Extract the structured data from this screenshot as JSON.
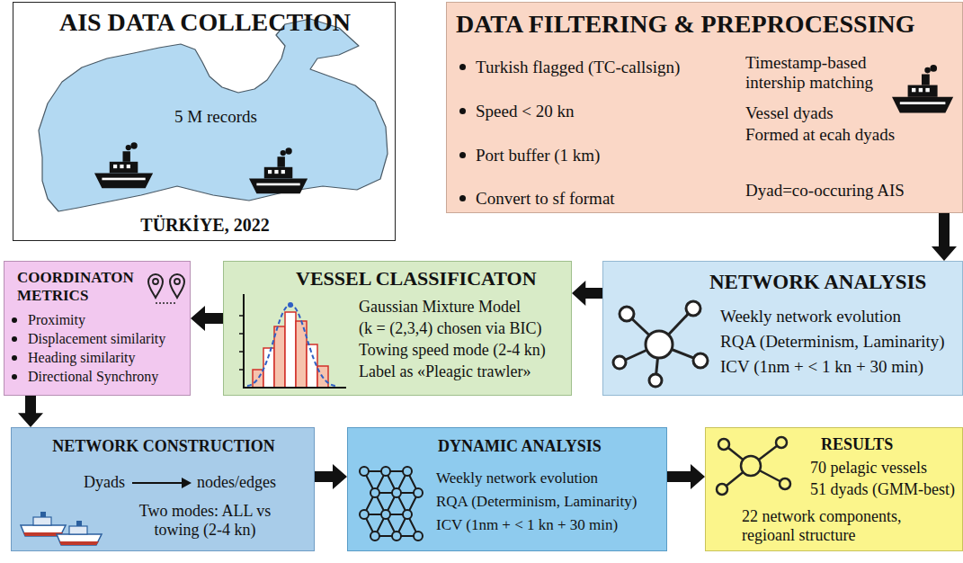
{
  "diagram": {
    "nodes": [
      {
        "text": [
          "AIS DATA COLLECTION",
          "5 M records",
          "TÜRKİYE, 2022"
        ]
      },
      {
        "text": [
          "DATA FILTERING & PREPROCESSING",
          "Turkish flagged (TC-callsign)",
          "Speed < 20 kn",
          "Port buffer (1 km)",
          "Convert to sf format",
          "Timestamp-based intership matching",
          "Vessel dyads",
          "Formed at ecah dyads",
          "Dyad=co-occuring AIS"
        ]
      },
      {
        "text": [
          "COORDINATON METRICS",
          "Proximity",
          "Displacement similarity",
          "Heading similarity",
          "Directional Synchrony"
        ]
      },
      {
        "text": [
          "VESSEL CLASSIFICATON",
          "Gaussian Mixture Model",
          "(k = (2,3,4) chosen via BIC)",
          "Towing speed mode (2-4 kn)",
          "Label as «Pleagic trawler»"
        ]
      },
      {
        "text": [
          "NETWORK ANALYSIS",
          "Weekly network evolution",
          "RQA (Determinism, Laminarity)",
          "ICV (1nm + < 1 kn + 30 min)"
        ]
      },
      {
        "text": [
          "NETWORK CONSTRUCTION",
          "Dyads",
          "nodes/edges",
          "Two modes: ALL vs towing (2-4 kn)"
        ]
      },
      {
        "text": [
          "DYNAMIC ANALYSIS",
          "Weekly network evolution",
          "RQA (Determinism, Laminarity)",
          "ICV (1nm + < 1 kn + 30 min)"
        ]
      },
      {
        "text": [
          "RESULTS",
          "70 pelagic vessels",
          "51 dyads (GMM-best)",
          "22 network components, regioanl structure"
        ]
      }
    ],
    "edges": [
      {
        "from": 1,
        "to": 4,
        "arrow": "to"
      },
      {
        "from": 4,
        "to": 3,
        "arrow": "to"
      },
      {
        "from": 3,
        "to": 2,
        "arrow": "to"
      },
      {
        "from": 2,
        "to": 5,
        "arrow": "to"
      },
      {
        "from": 5,
        "to": 6,
        "arrow": "to"
      },
      {
        "from": 6,
        "to": 7,
        "arrow": "to"
      }
    ]
  }
}
